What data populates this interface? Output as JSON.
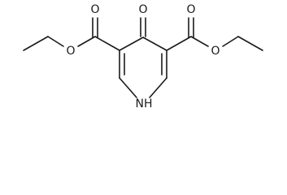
{
  "molecule": {
    "atoms": {
      "oxo_oxygen": "O",
      "left_ester_carbonyl_oxygen": "O",
      "left_ester_ether_oxygen": "O",
      "right_ester_carbonyl_oxygen": "O",
      "right_ester_ether_oxygen": "O",
      "ring_nitrogen": "NH"
    }
  }
}
